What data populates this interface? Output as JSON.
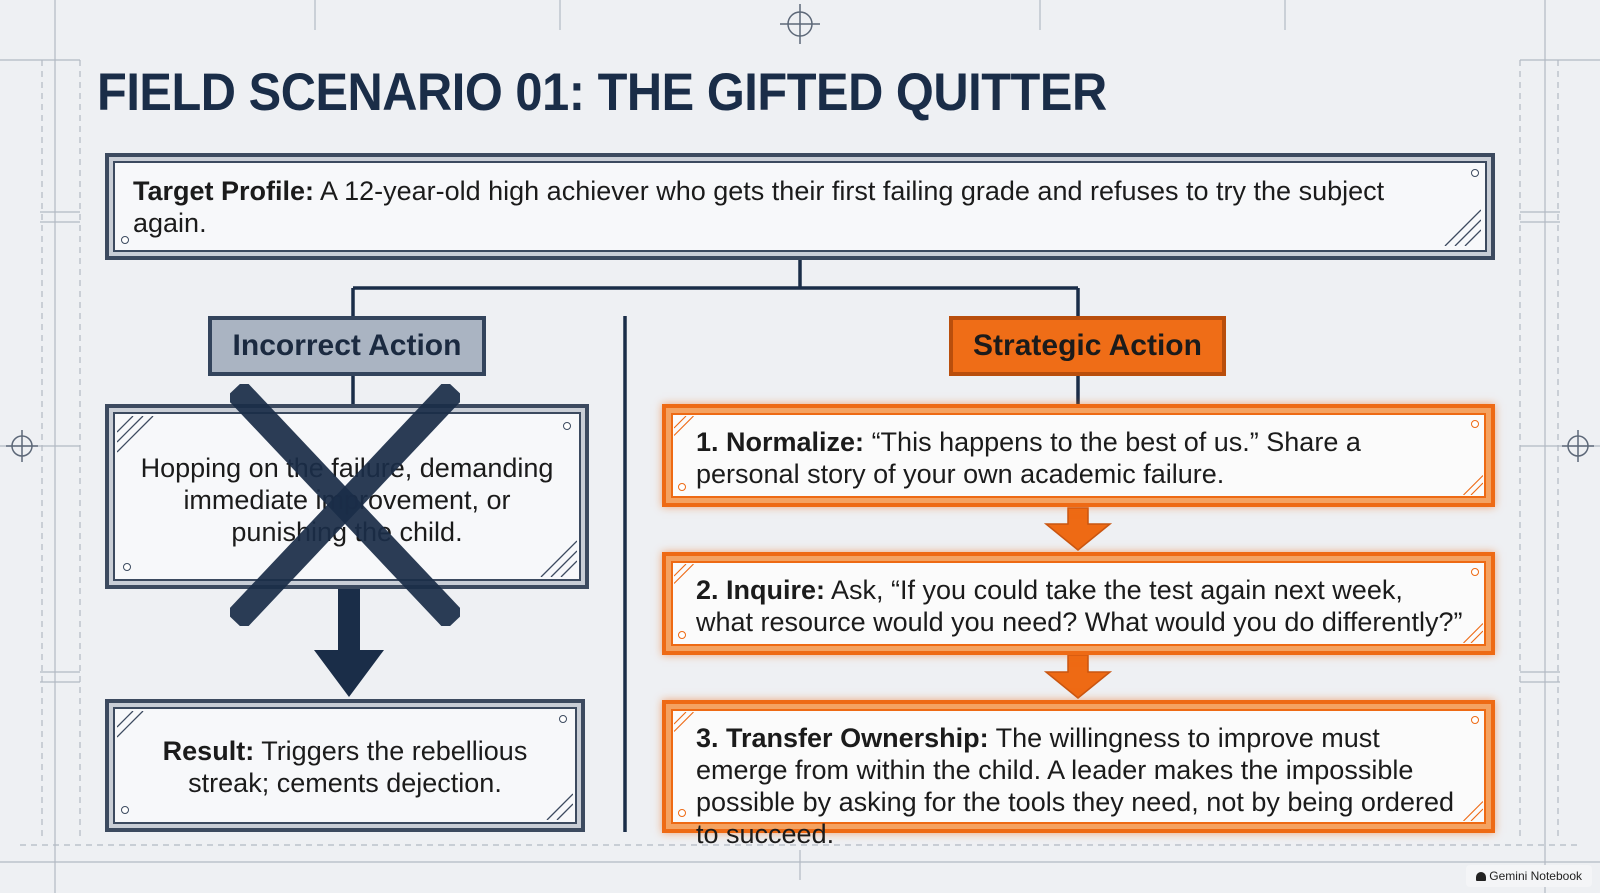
{
  "title": "FIELD SCENARIO 01: THE GIFTED QUITTER",
  "target_profile": {
    "label": "Target Profile:",
    "text": " A 12-year-old high achiever who gets their first failing grade and refuses to try the subject again."
  },
  "incorrect": {
    "header": "Incorrect Action",
    "action_text": "Hopping on the failure, demanding immediate improvement, or punishing the child.",
    "result_label": "Result:",
    "result_text": " Triggers the rebellious streak; cements dejection."
  },
  "strategic": {
    "header": "Strategic Action",
    "steps": [
      {
        "label": "1. Normalize:",
        "text": " “This happens to the best of us.” Share a personal story of your own academic failure."
      },
      {
        "label": "2. Inquire:",
        "text": " Ask, “If you could take the test again next week, what resource would you need? What would you do differently?”"
      },
      {
        "label": "3. Transfer Ownership:",
        "text": " The willingness to improve must emerge from within the child. A leader makes the impossible possible by asking for the tools they need, not by being ordered to succeed."
      }
    ]
  },
  "badge": "Gemini Notebook",
  "colors": {
    "navy": "#1a2d48",
    "orange": "#ee6a14",
    "grey_header": "#aab4c2"
  }
}
